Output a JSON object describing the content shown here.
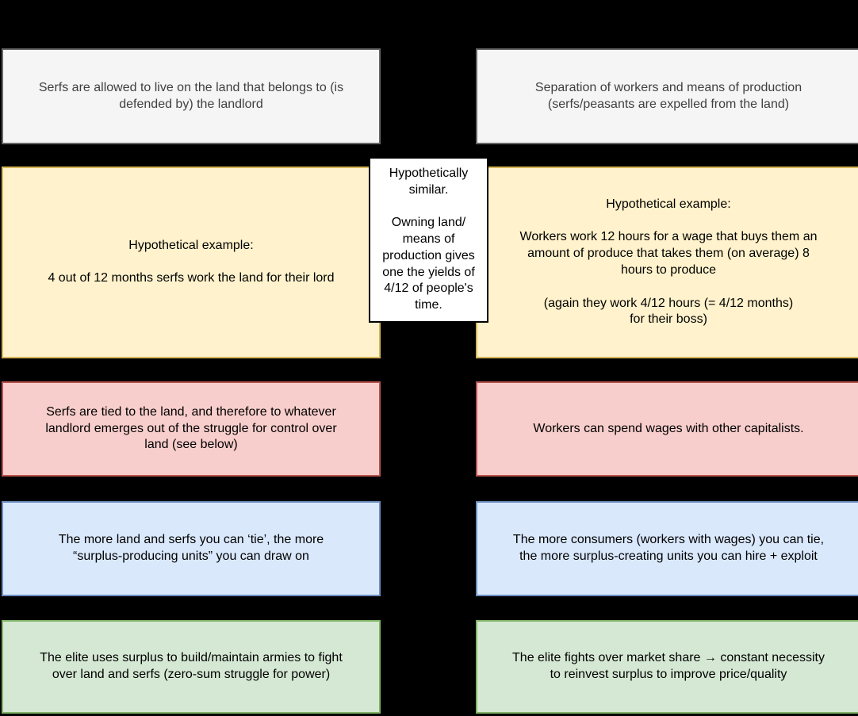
{
  "diagram": {
    "background": "#000000",
    "palette": {
      "gray_fill": "#f5f5f5",
      "gray_border": "#666666",
      "gray_text": "#404040",
      "yellow_fill": "#fff2cc",
      "yellow_border": "#d6b656",
      "pink_fill": "#f8cecc",
      "pink_border": "#b85450",
      "blue_fill": "#dae8fc",
      "blue_border": "#6c8ebf",
      "green_fill": "#d5e8d4",
      "green_border": "#82b366",
      "note_fill": "#ffffff",
      "note_border": "#000000"
    },
    "rows": [
      {
        "id": "top",
        "left": {
          "text": "Serfs are allowed to live on the land that belongs to (is\ndefended by) the landlord",
          "fill": "#f5f5f5",
          "border": "#666666"
        },
        "right": {
          "text": "Separation of workers and means of production\n(serfs/peasants are expelled from the land)",
          "fill": "#f5f5f5",
          "border": "#666666"
        }
      },
      {
        "id": "example",
        "left": {
          "text": "Hypothetical example:\n\n4 out of 12 months serfs work the land for their lord",
          "fill": "#fff2cc",
          "border": "#d6b656"
        },
        "right": {
          "text": "Hypothetical example:\n\nWorkers work 12 hours for a wage that buys them an\namount of produce that takes them (on average) 8\nhours to produce\n\n(again they work 4/12 hours (= 4/12 months)\nfor their boss)",
          "fill": "#fff2cc",
          "border": "#d6b656"
        }
      },
      {
        "id": "tie",
        "left": {
          "text": "Serfs are tied to the land, and therefore to whatever\nlandlord emerges out of the struggle for control over\nland (see below)",
          "fill": "#f8cecc",
          "border": "#b85450"
        },
        "right": {
          "text": "Workers can spend wages with other capitalists.",
          "fill": "#f8cecc",
          "border": "#b85450"
        }
      },
      {
        "id": "more",
        "left": {
          "text": "The more land and serfs you can ‘tie’, the more\n“surplus-producing units” you can draw on",
          "fill": "#dae8fc",
          "border": "#6c8ebf"
        },
        "right": {
          "text": "The more consumers (workers with wages) you can tie,\nthe more surplus-creating units you can hire + exploit",
          "fill": "#dae8fc",
          "border": "#6c8ebf"
        }
      },
      {
        "id": "elite",
        "left": {
          "text": "The elite uses surplus to build/maintain armies to fight\nover land and serfs (zero-sum struggle for power)",
          "fill": "#d5e8d4",
          "border": "#82b366"
        },
        "right": {
          "text": "The elite fights over market share → constant necessity\nto reinvest surplus to improve price/quality",
          "fill": "#d5e8d4",
          "border": "#82b366"
        }
      }
    ],
    "center_note": {
      "text": "Hypothetically\nsimilar.\n\nOwning land/\nmeans of\nproduction gives\none the yields of\n4/12 of people's\ntime.",
      "fill": "#ffffff",
      "border": "#000000"
    }
  }
}
